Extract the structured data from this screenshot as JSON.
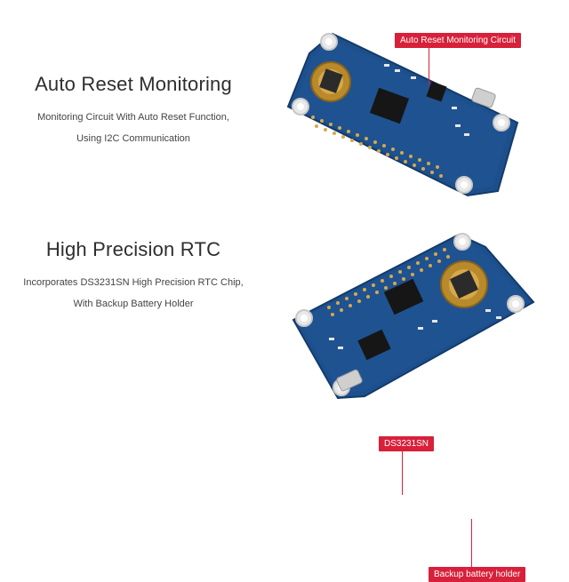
{
  "feature_1": {
    "headline": "Auto Reset Monitoring",
    "desc_line_1": "Monitoring Circuit With Auto Reset Function,",
    "desc_line_2": "Using I2C Communication"
  },
  "feature_2": {
    "headline": "High Precision RTC",
    "desc_line_1": "Incorporates DS3231SN High Precision RTC Chip,",
    "desc_line_2": "With Backup Battery Holder"
  },
  "callouts": {
    "auto_reset": "Auto Reset Monitoring Circuit",
    "chip": "DS3231SN",
    "battery": "Backup battery holder"
  },
  "colors": {
    "pcb": "#1c4e8a",
    "pcb_edge": "#153c6c",
    "callout": "#d8203a",
    "headline": "#2e2e2e"
  }
}
